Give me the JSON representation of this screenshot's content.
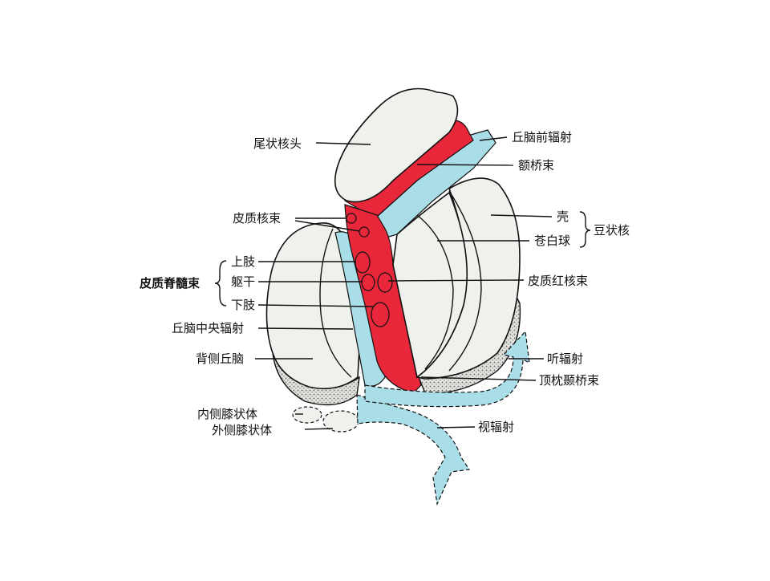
{
  "labels": {
    "caudate_head": "尾状核头",
    "anterior_thalamic_radiation": "丘脑前辐射",
    "frontopontine_tract": "额桥束",
    "corticonuclear_tract": "皮质核束",
    "putamen": "壳",
    "lentiform_nucleus": "豆状核",
    "globus_pallidus": "苍白球",
    "upper_limb": "上肢",
    "corticospinal_tract": "皮质脊髓束",
    "trunk": "躯干",
    "corticorubral_tract": "皮质红核束",
    "lower_limb": "下肢",
    "central_thalamic_radiation": "丘脑中央辐射",
    "acoustic_radiation": "听辐射",
    "dorsal_thalamus": "背侧丘脑",
    "parieto_occipito_temporopontine_tract": "顶枕颞桥束",
    "medial_geniculate_body": "内侧膝状体",
    "lateral_geniculate_body": "外侧膝状体",
    "optic_radiation": "视辐射"
  },
  "colors": {
    "motor_tract": "#e8283a",
    "sensory_radiation": "#a9dde8",
    "nucleus_fill": "#eef1ec",
    "stipple": "#c9c9c4",
    "outline": "#111111"
  }
}
